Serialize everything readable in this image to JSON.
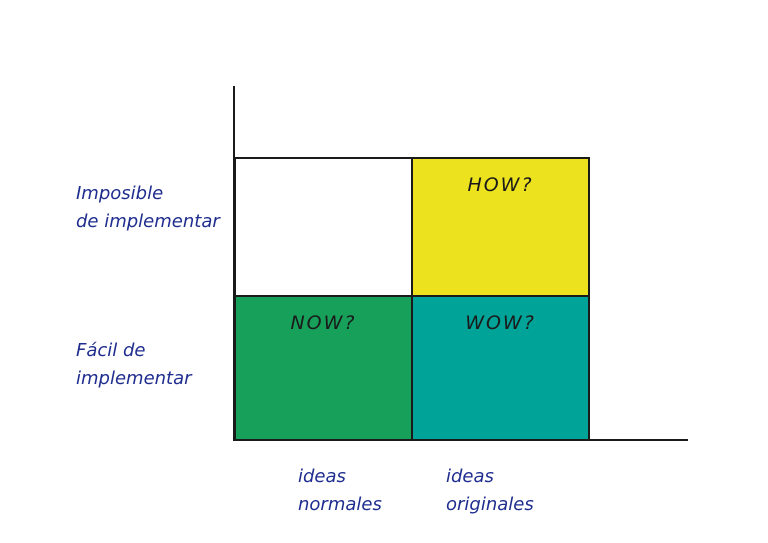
{
  "quadrants": {
    "top_left": {
      "label": "",
      "color": "#ffffff"
    },
    "top_right": {
      "label": "HOW?",
      "color": "#ece21e"
    },
    "bottom_left": {
      "label": "NOW?",
      "color": "#17a05a"
    },
    "bottom_right": {
      "label": "WOW?",
      "color": "#00a398"
    }
  },
  "y_axis": {
    "top_label": [
      "Imposible",
      "de implementar"
    ],
    "bottom_label": [
      "Fácil de",
      "implementar"
    ]
  },
  "x_axis": {
    "left_label": [
      "ideas",
      "normales"
    ],
    "right_label": [
      "ideas",
      "originales"
    ]
  },
  "colors": {
    "label_text": "#1f2d8f",
    "lines": "#1a1a1a"
  }
}
